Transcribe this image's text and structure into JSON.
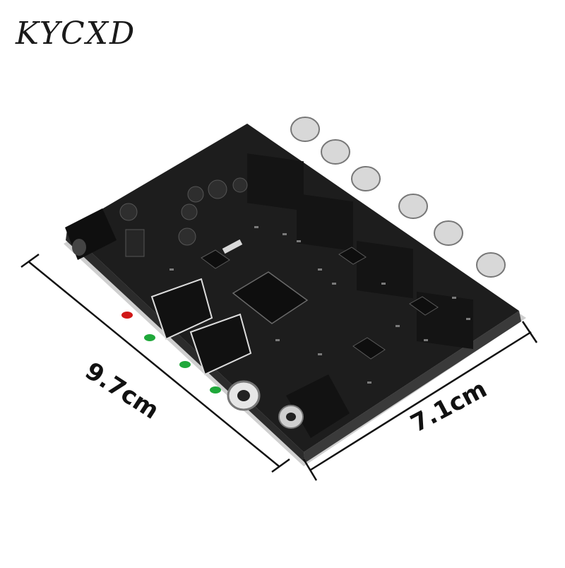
{
  "brand": {
    "logo_text": "KYCXD"
  },
  "dimensions": {
    "length_label": "9.7cm",
    "width_label": "7.1cm"
  },
  "colors": {
    "pcb": "#1c1c1c",
    "background": "#ffffff",
    "led_red": "#d01818",
    "led_green": "#1fa83a"
  }
}
